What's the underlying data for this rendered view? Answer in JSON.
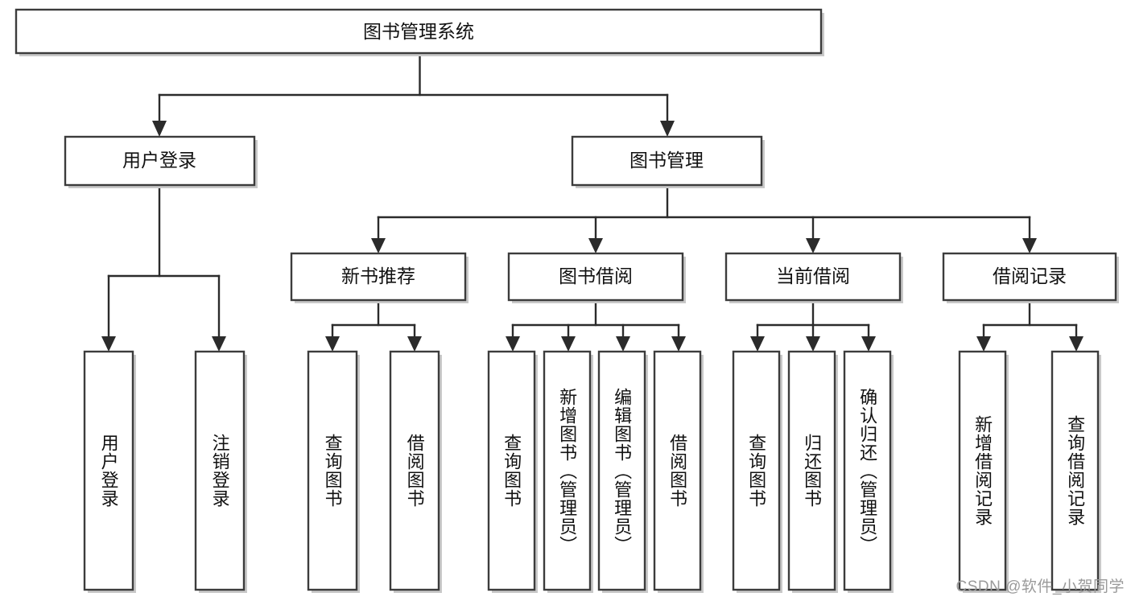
{
  "diagram": {
    "title": "图书管理系统",
    "watermark": "CSDN @软件_小贺同学",
    "colors": {
      "box_stroke": "#3c3c3c",
      "link": "#2b2b2b",
      "text": "#111111",
      "background": "#ffffff",
      "watermark": "#9a9a9a"
    },
    "root": {
      "label": "图书管理系统"
    },
    "level2": [
      {
        "label": "用户登录"
      },
      {
        "label": "图书管理"
      }
    ],
    "level3": [
      {
        "label": "新书推荐"
      },
      {
        "label": "图书借阅"
      },
      {
        "label": "当前借阅"
      },
      {
        "label": "借阅记录"
      }
    ],
    "leaves": {
      "user_login": [
        {
          "label": "用户登录"
        },
        {
          "label": "注销登录"
        }
      ],
      "new_book_recommend": [
        {
          "label": "查询图书"
        },
        {
          "label": "借阅图书"
        }
      ],
      "book_borrow": [
        {
          "label": "查询图书"
        },
        {
          "label": "新增图书（管理员）"
        },
        {
          "label": "编辑图书（管理员）"
        },
        {
          "label": "借阅图书"
        }
      ],
      "current_borrow": [
        {
          "label": "查询图书"
        },
        {
          "label": "归还图书"
        },
        {
          "label": "确认归还（管理员）"
        }
      ],
      "borrow_records": [
        {
          "label": "新增借阅记录"
        },
        {
          "label": "查询借阅记录"
        }
      ]
    }
  }
}
